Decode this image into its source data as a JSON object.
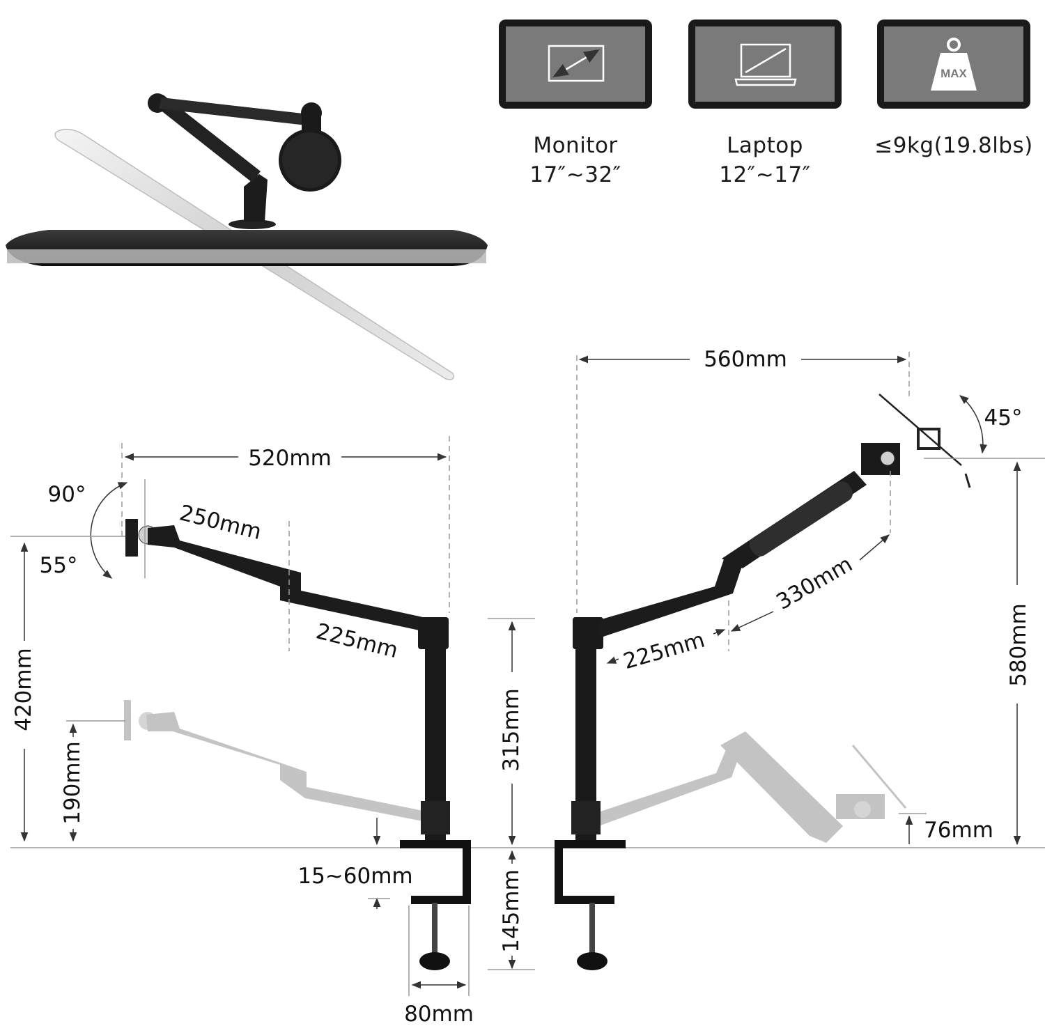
{
  "specs": [
    {
      "icon": "monitor-size-icon",
      "line1": "Monitor",
      "line2": "17″~32″"
    },
    {
      "icon": "laptop-size-icon",
      "line1": "Laptop",
      "line2": "12″~17″"
    },
    {
      "icon": "max-weight-icon",
      "icon_text": "MAX",
      "line1": "≤9kg(19.8lbs)",
      "line2": ""
    }
  ],
  "left_dimensions": {
    "total_reach": "520mm",
    "tilt_up": "90°",
    "tilt_down": "55°",
    "upper_arm": "250mm",
    "lower_arm": "225mm",
    "max_height": "420mm",
    "min_height": "190mm",
    "pole_height": "315mm",
    "desk_thickness": "15~60mm",
    "clamp_height": "145mm",
    "clamp_width": "80mm"
  },
  "right_dimensions": {
    "total_reach": "560mm",
    "tilt": "45°",
    "gas_arm": "330mm",
    "lower_arm": "225mm",
    "max_height": "580mm",
    "min_height": "76mm"
  },
  "colors": {
    "icon_frame": "#1a1a1a",
    "icon_screen": "#7a7a7a",
    "arm": "#1c1c1c",
    "ghost_arm": "#b8b8b8",
    "dim_line": "#444444"
  }
}
